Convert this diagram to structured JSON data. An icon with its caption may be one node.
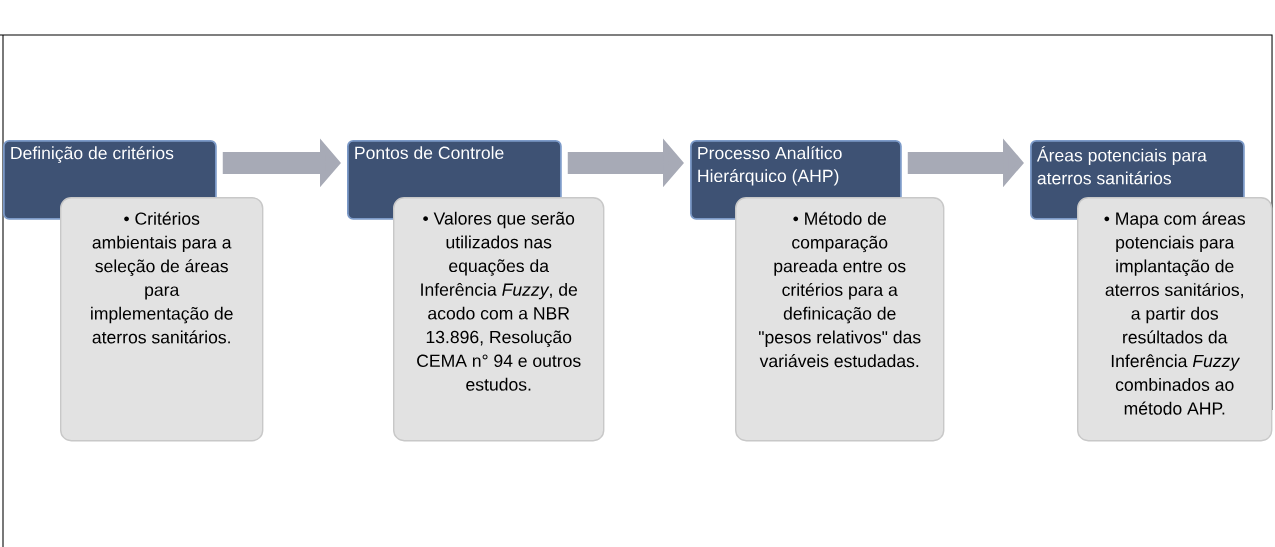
{
  "diagram": {
    "nodes": [
      {
        "text": [
          "Definição de critérios"
        ]
      },
      {
        "text": [
          "• Critérios ambientais para a seleção de áreas para implementação de aterros sanitários."
        ]
      },
      {
        "text": [
          "Pontos de Controle"
        ]
      },
      {
        "text": [
          "• Valores que serão utilizados nas equações da Inferência *Fuzzy*, de acodo com a NBR 13.896, Resolução CEMA n° 94 e outros estudos."
        ]
      },
      {
        "text": [
          "Processo Analítico Hierárquico (AHP)"
        ]
      },
      {
        "text": [
          "• Método de comparação pareada entre os critérios para a definicação de \"pesos relativos\" das variáveis estudadas."
        ]
      },
      {
        "text": [
          "Áreas potenciais para aterros sanitários"
        ]
      },
      {
        "text": [
          "• Mapa com áreas potenciais para implantação de aterros sanitários, a partir dos resúltados da Inferência *Fuzzy* combinados ao método AHP."
        ]
      }
    ],
    "edges": [
      {
        "from": 0,
        "to": 2,
        "arrow": "to"
      },
      {
        "from": 2,
        "to": 4,
        "arrow": "to"
      },
      {
        "from": 4,
        "to": 6,
        "arrow": "to"
      }
    ]
  }
}
